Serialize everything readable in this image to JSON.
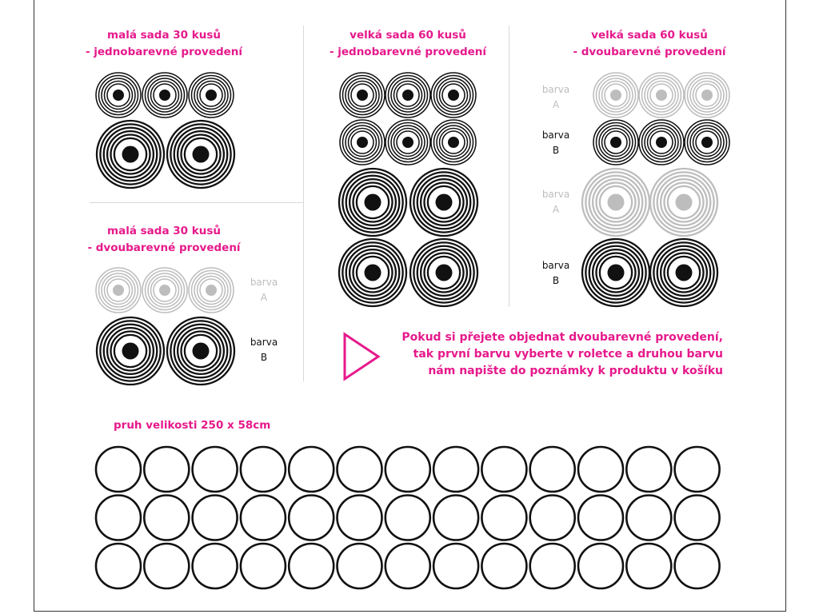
{
  "sections": {
    "small_single": {
      "title_line1": "malá sada 30 kusů",
      "title_line2": "- jednobarevné provedení"
    },
    "small_two": {
      "title_line1": "malá sada 30 kusů",
      "title_line2": "- dvoubarevné provedení"
    },
    "large_single": {
      "title_line1": "velká sada 60 kusů",
      "title_line2": "- jednobarevné provedení"
    },
    "large_two": {
      "title_line1": "velká sada 60 kusů",
      "title_line2": "- dvoubarevné provedení"
    },
    "strip": {
      "title": "pruh velikosti 250 x 58cm"
    }
  },
  "color_labels": {
    "a": {
      "line1": "barva",
      "line2": "A"
    },
    "b": {
      "line1": "barva",
      "line2": "B"
    }
  },
  "note": {
    "line1": "Pokud si přejete objednat dvoubarevné provedení,",
    "line2": "tak první barvu vyberte v roletce a druhou barvu",
    "line3": "nám napište do poznámky k produktu v košíku"
  },
  "colors": {
    "accent": "#e6198b",
    "color_a": "#bdbdbd",
    "color_b": "#111111"
  },
  "icons": {
    "arrow": "play-triangle-outline-icon"
  }
}
